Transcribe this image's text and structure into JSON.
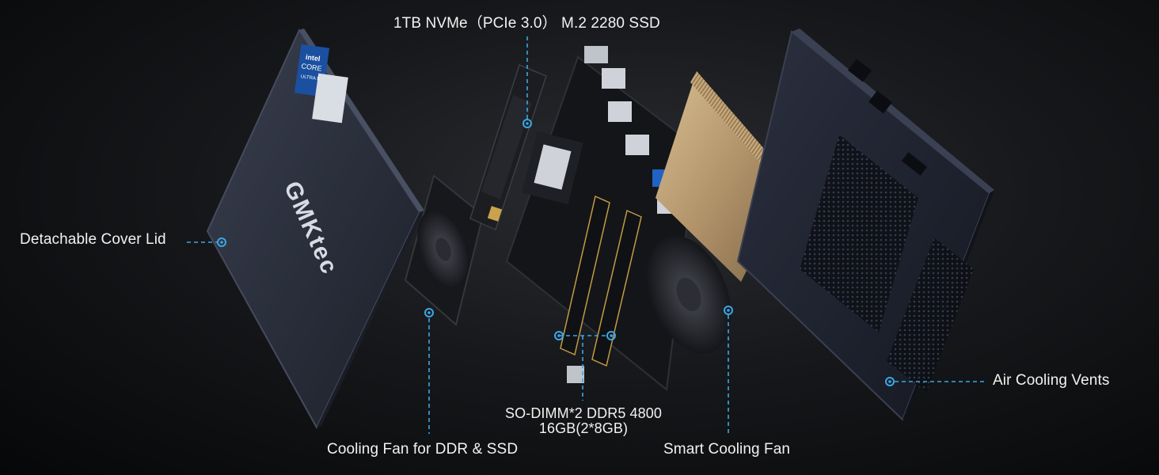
{
  "callouts": {
    "ssd": "1TB NVMe（PCIe 3.0） M.2 2280 SSD",
    "cover_lid": "Detachable Cover Lid",
    "ddr_line1": "SO-DIMM*2 DDR5 4800",
    "ddr_line2": "16GB(2*8GB)",
    "fan_ddr_ssd": "Cooling Fan for DDR & SSD",
    "smart_fan": "Smart Cooling Fan",
    "vents": "Air Cooling Vents"
  },
  "lid": {
    "brand_logo_text": "GMKtec",
    "sticker_lines": [
      "intel",
      "CORE",
      "ULTRA 5"
    ]
  },
  "colors": {
    "background": "#0b0c0e",
    "accent_line": "#3aa7e6",
    "lid": "#2d3240",
    "chassis": "#1f2330",
    "heatsink": "#b89a6c",
    "board": "#141518"
  },
  "icons": {
    "callout_marker": "ring-dot-icon"
  }
}
